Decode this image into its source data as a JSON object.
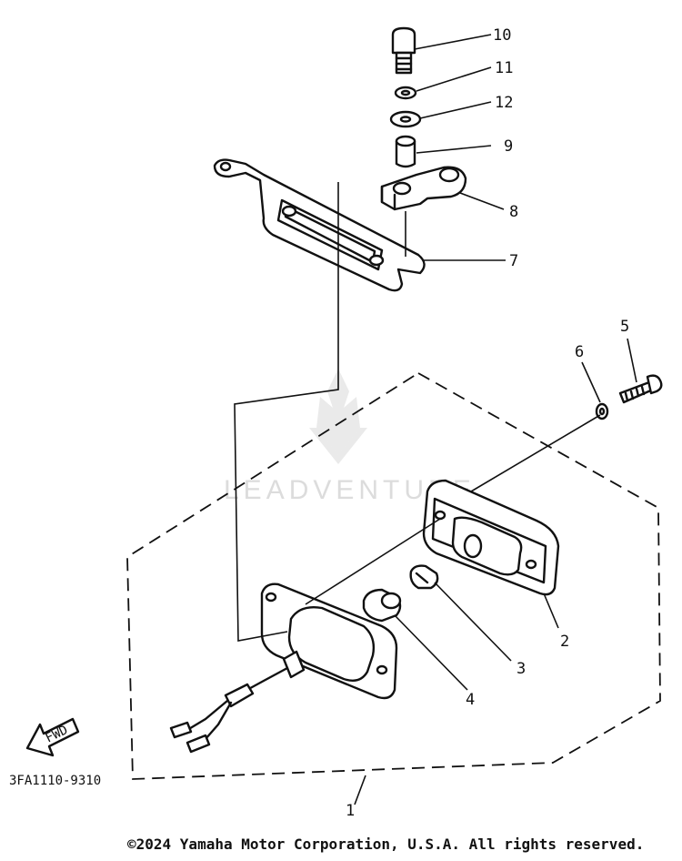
{
  "watermark": {
    "text": "LEADVENTURE"
  },
  "callouts": {
    "c1": "1",
    "c2": "2",
    "c3": "3",
    "c4": "4",
    "c5": "5",
    "c6": "6",
    "c7": "7",
    "c8": "8",
    "c9": "9",
    "c10": "10",
    "c11": "11",
    "c12": "12"
  },
  "fwd_label": "FWD",
  "diagram_code": "3FA1110-9310",
  "copyright": "©2024 Yamaha Motor Corporation, U.S.A. All rights reserved."
}
